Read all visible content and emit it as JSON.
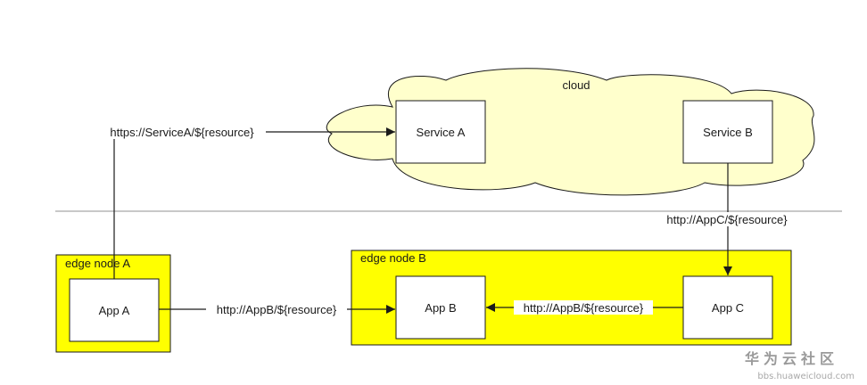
{
  "cloud": {
    "label": "cloud"
  },
  "nodes": {
    "service_a": "Service A",
    "service_b": "Service B",
    "app_a": "App A",
    "app_b": "App B",
    "app_c": "App C"
  },
  "edge_nodes": {
    "a": "edge node A",
    "b": "edge node B"
  },
  "edges": {
    "app_a_to_service_a": "https://ServiceA/${resource}",
    "service_b_to_app_c": "http://AppC/${resource}",
    "app_a_to_app_b": "http://AppB/${resource}",
    "app_c_to_app_b": "http://AppB/${resource}"
  },
  "watermark": {
    "brand": "华为云社区",
    "url": "bbs.huaweicloud.com"
  },
  "colors": {
    "cloud_fill": "#ffffcc",
    "edge_node_fill": "#ffff00",
    "box_fill": "#ffffff",
    "stroke": "#1a1a1a",
    "divider": "#c8c8c8"
  }
}
